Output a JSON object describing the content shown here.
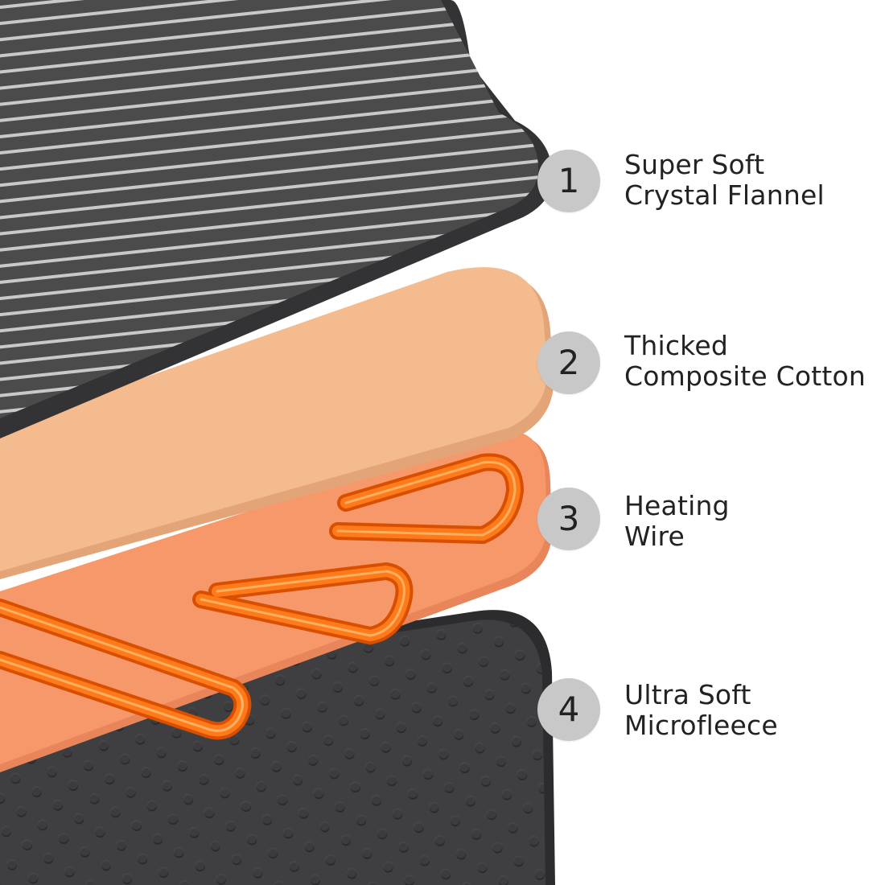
{
  "colors": {
    "badge_fill": "#c8c8c8",
    "badge_text": "#222222",
    "label_text": "#222222",
    "flannel_base": "#4a4a4a",
    "flannel_stripe": "#c9c9c9",
    "cotton": "#f2b889",
    "heating_layer": "#f7986a",
    "heating_wire": "#ff6a10",
    "microfleece": "#3e3e40"
  },
  "layers": [
    {
      "number": "1",
      "line1": "Super Soft",
      "line2": "Crystal Flannel"
    },
    {
      "number": "2",
      "line1": "Thicked",
      "line2": "Composite Cotton"
    },
    {
      "number": "3",
      "line1": "Heating",
      "line2": "Wire"
    },
    {
      "number": "4",
      "line1": "Ultra Soft",
      "line2": "Microfleece"
    }
  ]
}
